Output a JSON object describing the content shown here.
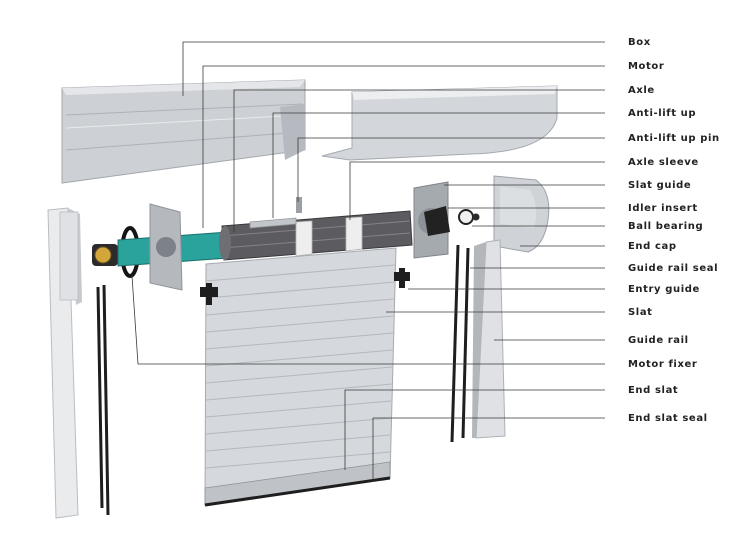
{
  "diagram": {
    "colors": {
      "metal": "#c9ccd0",
      "metal_dark": "#9ea3a9",
      "curtain": "#d5d8dc",
      "tube": "#2aa39c",
      "roll": "#5c5c60",
      "sleeve": "#eeeeee",
      "rail": "#1e1e1e",
      "leader": "#3a3a3a"
    },
    "labels": [
      {
        "id": "box",
        "text": "Box"
      },
      {
        "id": "motor",
        "text": "Motor"
      },
      {
        "id": "axle",
        "text": "Axle"
      },
      {
        "id": "anti-lift-up",
        "text": "Anti-lift up"
      },
      {
        "id": "anti-lift-up-pin",
        "text": "Anti-lift up pin"
      },
      {
        "id": "axle-sleeve",
        "text": "Axle sleeve"
      },
      {
        "id": "slat-guide",
        "text": "Slat guide"
      },
      {
        "id": "idler-insert",
        "text": "Idler insert"
      },
      {
        "id": "ball-bearing",
        "text": "Ball bearing"
      },
      {
        "id": "end-cap",
        "text": "End cap"
      },
      {
        "id": "guide-rail-seal",
        "text": "Guide rail seal"
      },
      {
        "id": "entry-guide",
        "text": "Entry guide"
      },
      {
        "id": "slat",
        "text": "Slat"
      },
      {
        "id": "guide-rail",
        "text": "Guide rail"
      },
      {
        "id": "motor-fixer",
        "text": "Motor fixer"
      },
      {
        "id": "end-slat",
        "text": "End slat"
      },
      {
        "id": "end-slat-seal",
        "text": "End slat seal"
      }
    ]
  }
}
